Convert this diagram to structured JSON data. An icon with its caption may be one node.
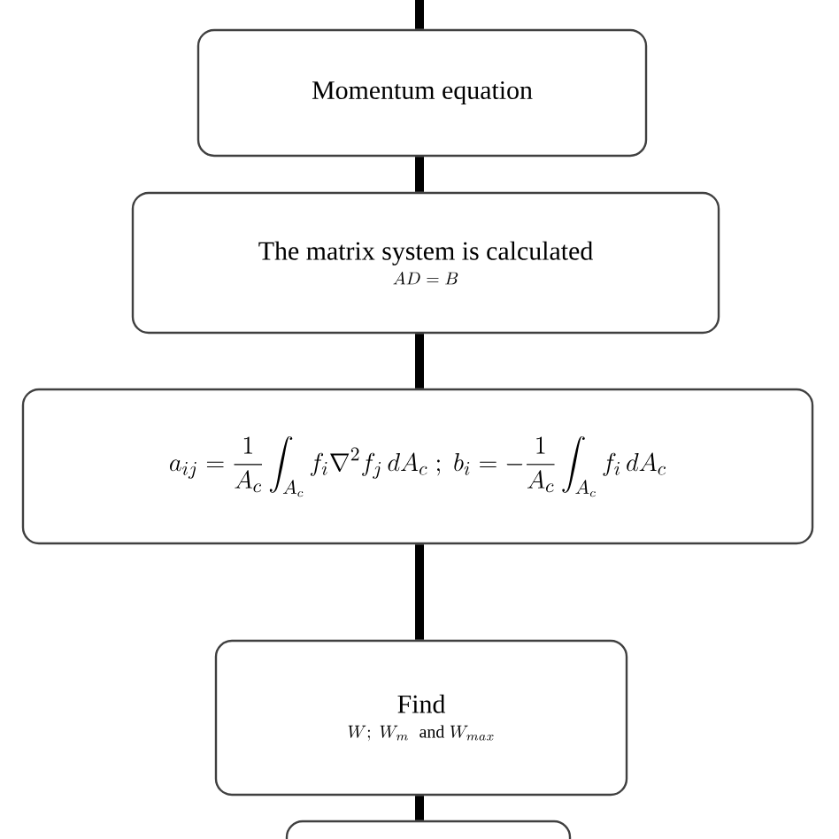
{
  "diagram": {
    "nodes": [
      {
        "text": [
          "Momentum equation"
        ]
      },
      {
        "text": [
          "The matrix system is calculated",
          "AD = B"
        ]
      },
      {
        "text": [
          "a_{ij} = \\frac{1}{A_c}\\int_{A_c} f_i \\nabla^2 f_j \\, dA_c \\; ; \\; b_i = -\\frac{1}{A_c}\\int_{A_c} f_i \\, dA_c"
        ]
      },
      {
        "text": [
          "Find",
          "W;\\; W_m \\;\\; \\mathrm{and}\\; W_{max}"
        ]
      },
      {
        "text": [],
        "shape": "box"
      }
    ],
    "edges": [
      {
        "from": null,
        "to": 0,
        "arrow": "none"
      },
      {
        "from": 0,
        "to": 1,
        "arrow": "none"
      },
      {
        "from": 1,
        "to": 2,
        "arrow": "none"
      },
      {
        "from": 2,
        "to": 3,
        "arrow": "none"
      },
      {
        "from": 3,
        "to": 4,
        "arrow": "none"
      }
    ]
  }
}
